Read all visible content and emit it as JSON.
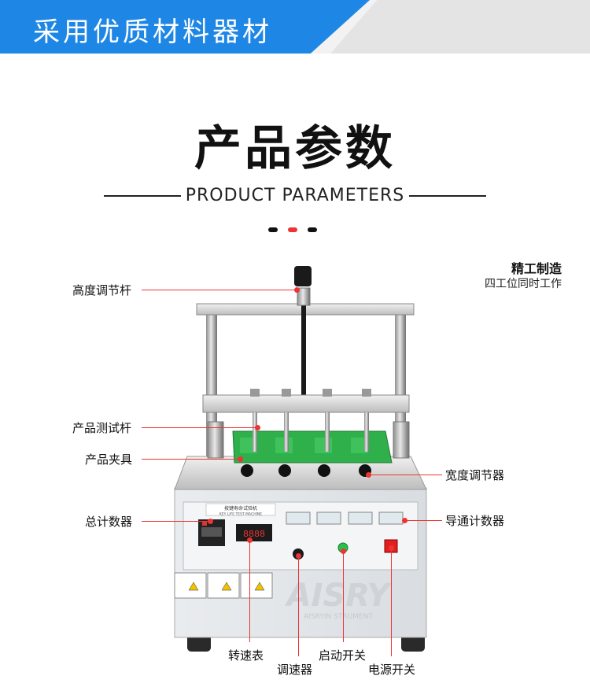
{
  "banner": {
    "title": "采用优质材料器材"
  },
  "section": {
    "title_cn": "产品参数",
    "title_en": "PRODUCT PARAMETERS",
    "side_title": "精工制造",
    "side_sub": "四工位同时工作"
  },
  "machine": {
    "panel_title_cn": "按键寿命试验机",
    "panel_title_en": "KEY LIFE TEST MACHINE",
    "brand": "AISRY",
    "brand_sub": "AISRYIN STRUMENT",
    "counter_digits": "8888"
  },
  "callouts": {
    "height_rod": "高度调节杆",
    "test_rod": "产品测试杆",
    "fixture": "产品夹具",
    "width_adjuster": "宽度调节器",
    "total_counter": "总计数器",
    "conduction_counter": "导通计数器",
    "tachometer": "转速表",
    "speed_regulator": "调速器",
    "start_switch": "启动开关",
    "power_switch": "电源开关"
  },
  "colors": {
    "banner_blue": "#1e87e6",
    "accent_red": "#e33333",
    "fixture_green": "#2fb04a"
  }
}
